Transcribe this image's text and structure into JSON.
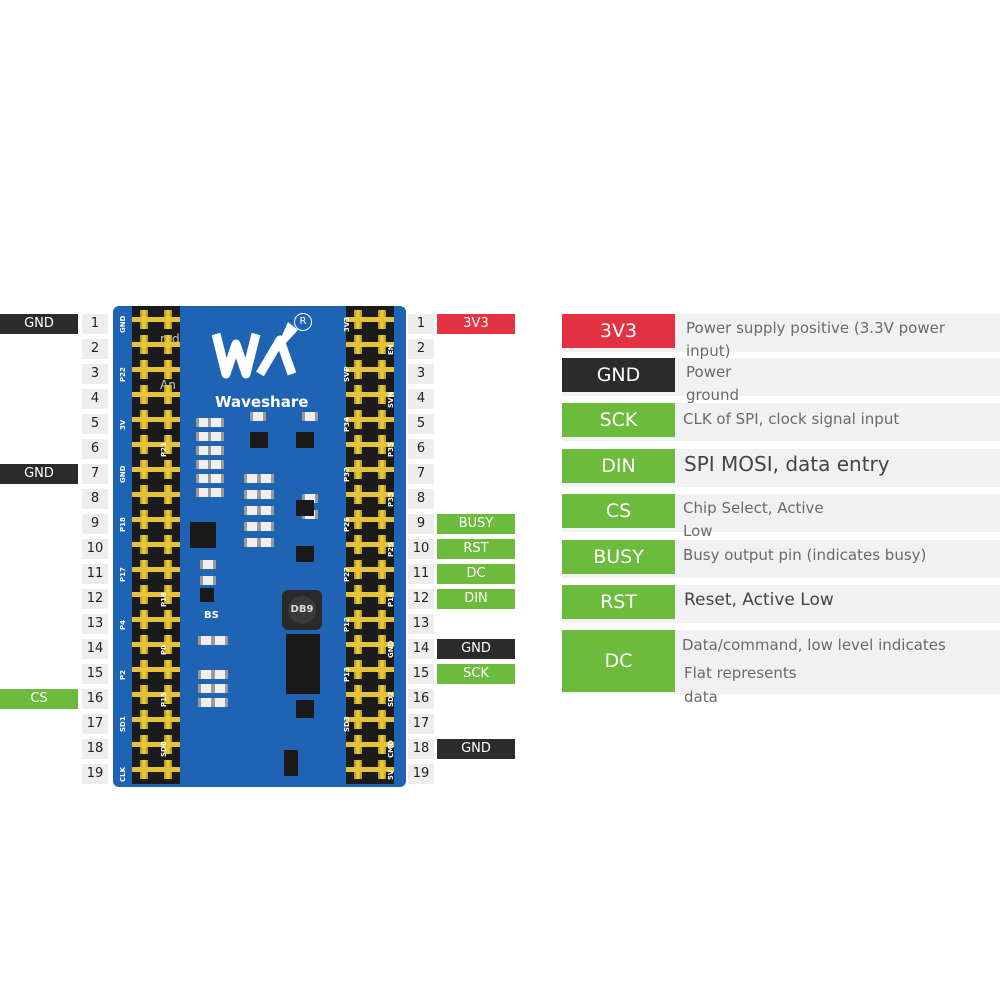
{
  "colors": {
    "red": "#e33343",
    "black": "#2b2b2b",
    "green": "#6cbb3c",
    "board": "#1f64b4",
    "pin_bg": "#ededed"
  },
  "left_pin_numbers": [
    "1",
    "2",
    "3",
    "4",
    "5",
    "6",
    "7",
    "8",
    "9",
    "10",
    "11",
    "12",
    "13",
    "14",
    "15",
    "16",
    "17",
    "18",
    "19"
  ],
  "right_pin_numbers": [
    "1",
    "2",
    "3",
    "4",
    "5",
    "6",
    "7",
    "8",
    "9",
    "10",
    "11",
    "12",
    "13",
    "14",
    "15",
    "16",
    "17",
    "18",
    "19"
  ],
  "left_tags": [
    {
      "pin": 1,
      "label": "GND",
      "color": "black"
    },
    {
      "pin": 7,
      "label": "GND",
      "color": "black"
    },
    {
      "pin": 16,
      "label": "CS",
      "color": "green"
    }
  ],
  "right_tags": [
    {
      "pin": 1,
      "label": "3V3",
      "color": "red"
    },
    {
      "pin": 9,
      "label": "BUSY",
      "color": "green"
    },
    {
      "pin": 10,
      "label": "RST",
      "color": "green"
    },
    {
      "pin": 11,
      "label": "DC",
      "color": "green"
    },
    {
      "pin": 12,
      "label": "DIN",
      "color": "green"
    },
    {
      "pin": 14,
      "label": "GND",
      "color": "black"
    },
    {
      "pin": 15,
      "label": "SCK",
      "color": "green"
    },
    {
      "pin": 18,
      "label": "GND",
      "color": "black"
    }
  ],
  "board": {
    "brand": "Waveshare",
    "registered": "R",
    "bs_label": "BS",
    "inductor_label": "DB9",
    "faint_text": [
      "rod",
      "An"
    ],
    "left_outer_silk": [
      "GND",
      "",
      "P22",
      "",
      "3V",
      "",
      "GND",
      "",
      "P18",
      "",
      "P17",
      "",
      "P4",
      "",
      "P2",
      "",
      "SD1",
      "",
      "CLK"
    ],
    "left_inner_silk": [
      "",
      "",
      "",
      "",
      "",
      "P21",
      "",
      "",
      "",
      "",
      "",
      "P16",
      "",
      "P0",
      "",
      "P15",
      "",
      "SD0",
      ""
    ],
    "right_inner_silk": [
      "3V3",
      "",
      "SVP",
      "",
      "P34",
      "",
      "P32",
      "",
      "P25",
      "",
      "P27",
      "",
      "P12",
      "",
      "P13",
      "",
      "SD3",
      "",
      ""
    ],
    "right_outer_silk": [
      "",
      "EN",
      "",
      "SVN",
      "",
      "P35",
      "",
      "P33",
      "",
      "P26",
      "",
      "P14",
      "",
      "GND",
      "",
      "SD2",
      "",
      "CMD",
      "5V"
    ]
  },
  "legend": [
    {
      "tag": "3V3",
      "color": "red",
      "lines": [
        "Power supply positive (3.3V power",
        "input)"
      ]
    },
    {
      "tag": "GND",
      "color": "black",
      "lines": [
        "Power",
        "ground"
      ]
    },
    {
      "tag": "SCK",
      "color": "green",
      "lines": [
        "CLK of SPI, clock signal input"
      ]
    },
    {
      "tag": "DIN",
      "color": "green",
      "lines": [
        "SPI MOSI, data entry"
      ]
    },
    {
      "tag": "CS",
      "color": "green",
      "lines": [
        "Chip Select, Active",
        "Low"
      ]
    },
    {
      "tag": "BUSY",
      "color": "green",
      "lines": [
        "Busy output pin (indicates busy)"
      ]
    },
    {
      "tag": "RST",
      "color": "green",
      "lines": [
        "Reset, Active Low"
      ]
    },
    {
      "tag": "DC",
      "color": "green",
      "lines": [
        "Data/command, low level indicates",
        "Flat represents",
        "data"
      ]
    }
  ]
}
